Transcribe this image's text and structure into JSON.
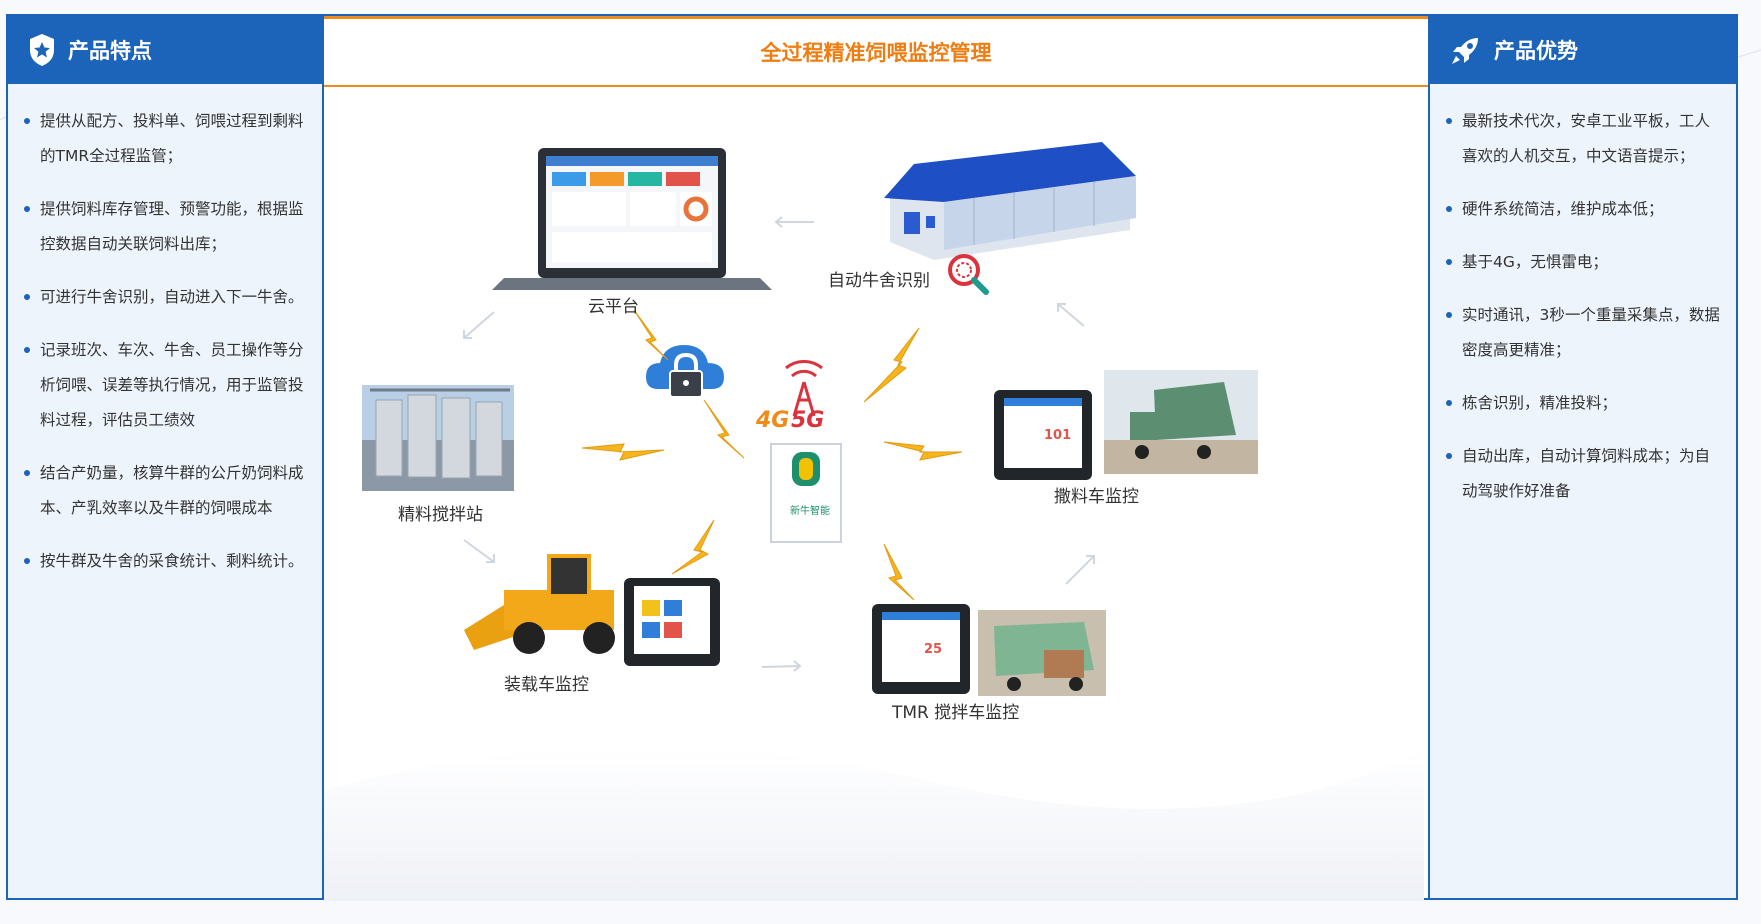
{
  "left_panel": {
    "title": "产品特点",
    "items": [
      "提供从配方、投料单、饲喂过程到剩料的TMR全过程监管；",
      "提供饲料库存管理、预警功能，根据监控数据自动关联饲料出库；",
      "可进行牛舍识别，自动进入下一牛舍。",
      "记录班次、车次、牛舍、员工操作等分析饲喂、误差等执行情况，用于监管投料过程，评估员工绩效",
      "结合产奶量，核算牛群的公斤奶饲料成本、产乳效率以及牛群的饲喂成本",
      "按牛群及牛舍的采食统计、剩料统计。"
    ]
  },
  "center_panel": {
    "title": "全过程精准饲喂监控管理",
    "nodes": {
      "cloud": "云平台",
      "barn": "自动牛舍识别",
      "station": "精料搅拌站",
      "spreader": "撒料车监控",
      "loader": "装载车监控",
      "tmr": "TMR 搅拌车监控"
    },
    "hub": {
      "network": "4G",
      "network2": "5G",
      "brand": "新牛智能",
      "screen_num1": "101",
      "screen_num2": "25"
    }
  },
  "right_panel": {
    "title": "产品优势",
    "items": [
      "最新技术代次，安卓工业平板，工人喜欢的人机交互，中文语音提示；",
      "硬件系统简洁，维护成本低；",
      "基于4G，无惧雷电；",
      "实时通讯，3秒一个重量采集点，数据密度高更精准；",
      "栋舍识别，精准投料；",
      "自动出库，自动计算饲料成本；为自动驾驶作好准备"
    ]
  },
  "colors": {
    "brand_blue": "#1c64ba",
    "accent_orange": "#ef7d12",
    "bolt": "#f6b51c"
  }
}
